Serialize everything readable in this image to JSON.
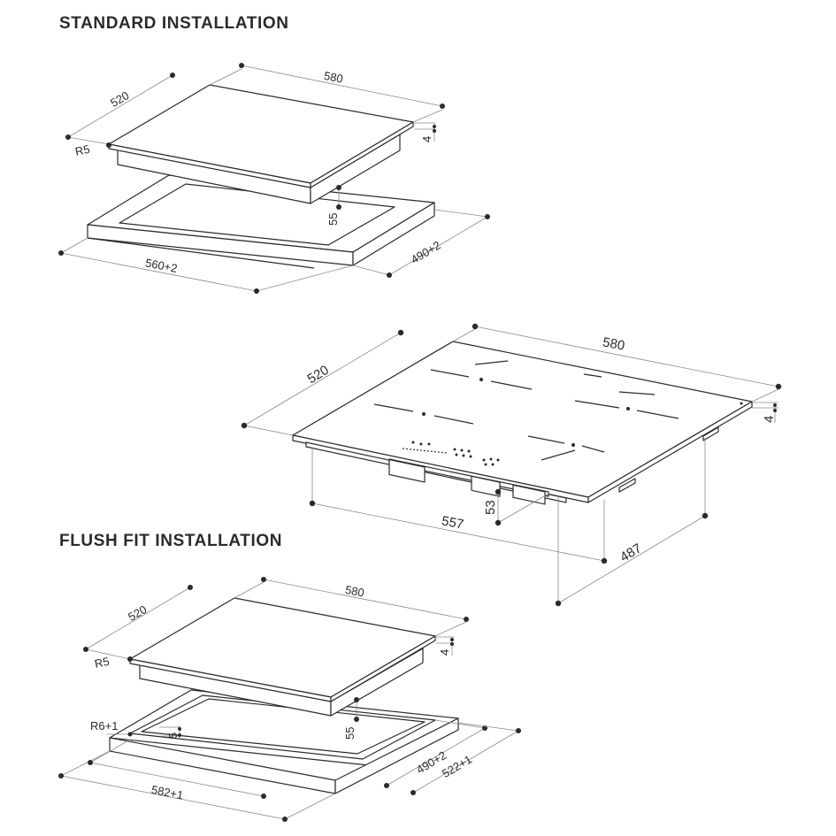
{
  "sections": {
    "standard": {
      "title": "STANDARD INSTALLATION",
      "dims": {
        "width": "580",
        "depth": "520",
        "radius": "R5",
        "glass": "4",
        "height": "55",
        "cut_width": "560+2",
        "cut_depth": "490+2"
      }
    },
    "hob": {
      "dims": {
        "width": "580",
        "depth": "520",
        "glass": "4",
        "under_width": "557",
        "under_height": "53",
        "under_depth": "487"
      }
    },
    "flush": {
      "title": "FLUSH FIT INSTALLATION",
      "dims": {
        "width": "580",
        "depth": "520",
        "radius": "R5",
        "glass": "4",
        "height": "55",
        "rebate_radius": "R6+1",
        "rebate_depth": "5",
        "cut_width": "582+1",
        "cut_depth": "490+2",
        "rebate_depth_outer": "522+1"
      }
    }
  },
  "colors": {
    "line": "#2b2b2b",
    "dim_line": "#8a8a8a",
    "background": "#ffffff"
  },
  "icons": {
    "dimension_end": "filled-dot"
  }
}
